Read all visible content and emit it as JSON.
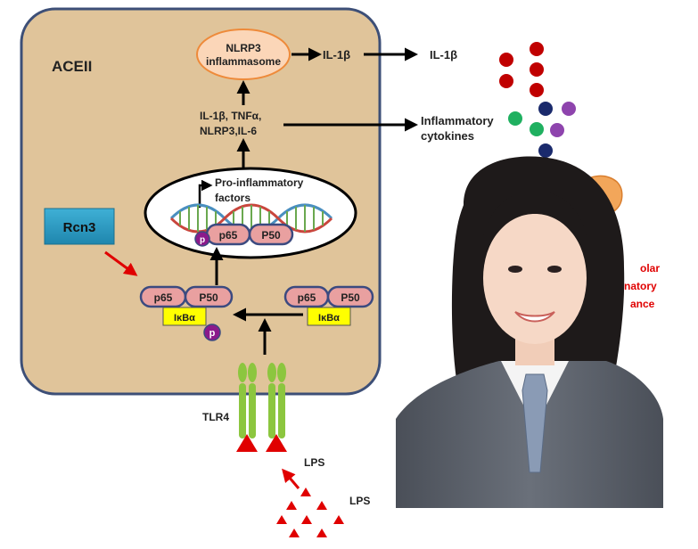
{
  "cell": {
    "label": "ACEII",
    "fill": "#e0c49a",
    "border": "#3d4f77"
  },
  "inflammasome": {
    "line1": "NLRP3",
    "line2": "inflammasome"
  },
  "il1b_inner": "IL-1β",
  "il1b_outer": "IL-1β",
  "cytokine_list": {
    "line1": "IL-1β, TNFα,",
    "line2": "NLRP3,IL-6"
  },
  "inflammatory_cytokines": {
    "line1": "Inflammatory",
    "line2": "cytokines"
  },
  "nucleus": {
    "line1": "Pro-inflammatory",
    "line2": "factors"
  },
  "nf_kb": {
    "p65": "p65",
    "p50": "P50",
    "p": "p",
    "ikba": "IκBα"
  },
  "rcn3": "Rcn3",
  "tlr4": "TLR4",
  "lps_top": "LPS",
  "lps_bottom": "LPS",
  "partial_label": {
    "line1": "olar",
    "line2": "natory",
    "line3": "ance"
  },
  "colors": {
    "subunit_fill": "#e9a0a0",
    "subunit_border": "#3b4a80",
    "ikba_fill": "#ffff00",
    "phospho": "#8b1a8b",
    "receptor": "#8cc63f",
    "lps_red": "#e00000",
    "rcn3_fill": "#2a9cc0",
    "dot_red": "#c00000",
    "dot_navy": "#1a2a6c",
    "dot_green": "#1fb060",
    "dot_purple": "#8e44ad"
  }
}
